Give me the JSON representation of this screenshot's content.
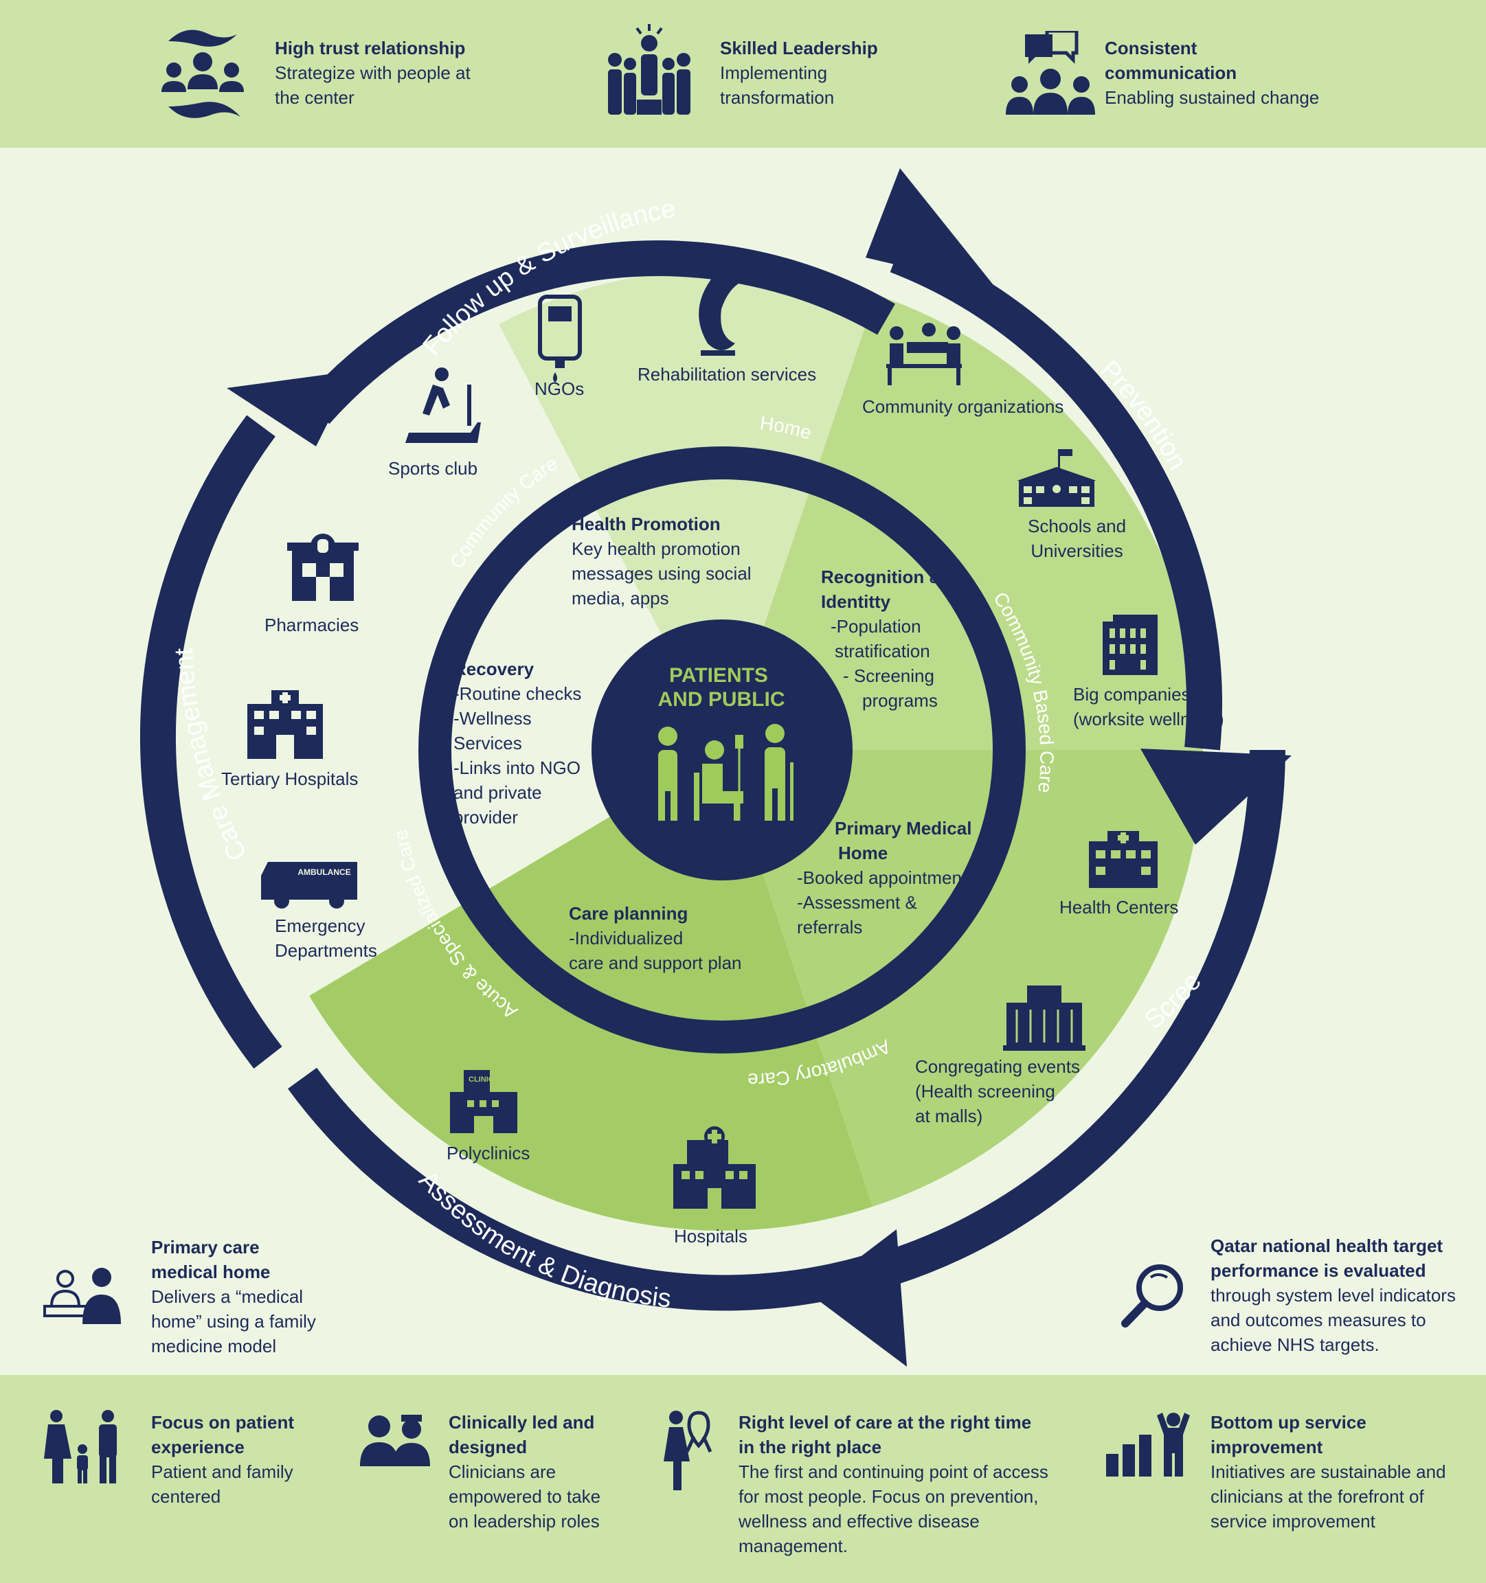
{
  "top_items": [
    {
      "title": "High trust relationship",
      "text": [
        "Strategize with people at",
        "the center"
      ]
    },
    {
      "title": "Skilled Leadership",
      "text": [
        "Implementing",
        "transformation"
      ]
    },
    {
      "title": [
        "Consistent",
        "communication"
      ],
      "text": [
        "Enabling sustained change"
      ]
    }
  ],
  "ring": {
    "follow_up": "Follow up & Surveillance",
    "prevention": "Prevention",
    "screening": "Screening",
    "assessment": "Assessment & Diagnosis",
    "care_management": "Care Management"
  },
  "inner_ring": {
    "home": "Home",
    "community_based_care": "Community Based Care",
    "ambulatory_care": "Ambulatory Care",
    "acute_specialized_care": "Acute & Specialized Care",
    "community_care": "Community Care"
  },
  "center": {
    "line1": "PATIENTS",
    "line2": "AND PUBLIC"
  },
  "sectors": {
    "health_promotion": {
      "title": "Health Promotion",
      "text": [
        "Key health promotion",
        "messages using social",
        "media, apps"
      ]
    },
    "recognition": {
      "title": [
        "Recognition &",
        "Identitty"
      ],
      "text": [
        "-Population",
        "stratification",
        "- Screening",
        "programs"
      ]
    },
    "primary_medical_home": {
      "title": [
        "Primary Medical",
        "Home"
      ],
      "text": [
        "-Booked appointment",
        "-Assessment &",
        "referrals"
      ]
    },
    "care_planning": {
      "title": "Care planning",
      "text": [
        "-Individualized",
        "care and support plan"
      ]
    },
    "recovery": {
      "title": "Recovery",
      "text": [
        "-Routine checks",
        "-Wellness",
        "Services",
        "-Links into NGO",
        "and private",
        "provider"
      ]
    }
  },
  "outer_labels": {
    "sports_club": "Sports club",
    "ngos": "NGOs",
    "rehabilitation": "Rehabilitation services",
    "community_organizations": "Community organizations",
    "schools": [
      "Schools and",
      "Universities"
    ],
    "big_companies": [
      "Big companies",
      "(worksite wellness)"
    ],
    "health_centers": "Health Centers",
    "congregating": [
      "Congregating events",
      "(Health screening",
      "at malls)"
    ],
    "polyclinics": "Polyclinics",
    "hospitals": "Hospitals",
    "pharmacies": "Pharmacies",
    "tertiary": "Tertiary Hospitals",
    "emergency": [
      "Emergency",
      "Departments"
    ],
    "ambulance_sign": "AMBULANCE",
    "clinic_sign": "CLINIC"
  },
  "mid_items": [
    {
      "title": [
        "Primary care",
        "medical home"
      ],
      "text": [
        "Delivers a “medical",
        "home” using a family",
        "medicine model"
      ]
    },
    {
      "title": [
        "Qatar national health target",
        "performance is evaluated"
      ],
      "text": [
        "through system level indicators",
        "and outcomes measures to",
        "achieve NHS targets."
      ]
    }
  ],
  "bottom_items": [
    {
      "title": [
        "Focus on patient",
        "experience"
      ],
      "text": [
        "Patient and family",
        "centered"
      ]
    },
    {
      "title": [
        "Clinically led and",
        "designed"
      ],
      "text": [
        "Clinicians are",
        "empowered to take",
        "on leadership roles"
      ]
    },
    {
      "title": [
        "Right level of care at the right time",
        "in the right place"
      ],
      "text": [
        "The first and continuing point of access",
        "for most people. Focus on prevention,",
        "wellness and effective disease",
        "management."
      ]
    },
    {
      "title": [
        "Bottom up service",
        "improvement"
      ],
      "text": [
        "Initiatives are sustainable and",
        "clinicians at the forefront of",
        "service improvement"
      ]
    }
  ],
  "colors": {
    "navy": "#1d2a5a",
    "green_dark": "#a3cc66",
    "green_mid": "#bcdc8c",
    "green_light": "#d6eab8",
    "green_pale": "#eef6e3",
    "center_text": "#9fcb5a"
  }
}
